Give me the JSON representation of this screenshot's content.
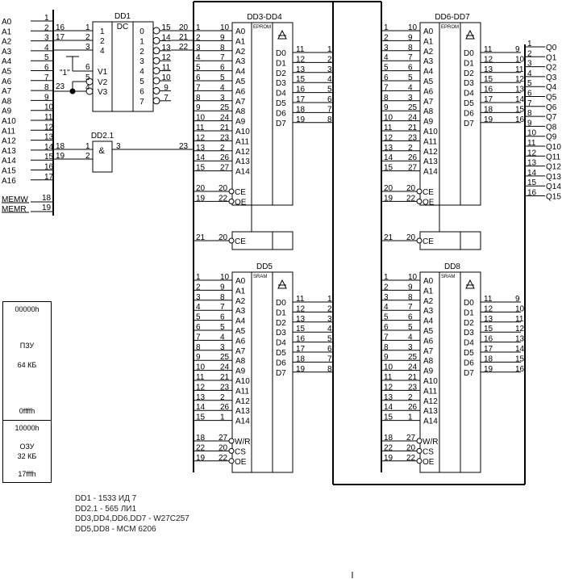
{
  "inputs": [
    "A0",
    "A1",
    "A2",
    "A3",
    "A4",
    "A5",
    "A6",
    "A7",
    "A8",
    "A9",
    "A10",
    "A11",
    "A12",
    "A13",
    "A14",
    "A15",
    "A16"
  ],
  "bus_input_pins": [
    "1",
    "2",
    "3",
    "4",
    "5",
    "6",
    "7",
    "8",
    "9",
    "10",
    "11",
    "12",
    "13",
    "14",
    "15",
    "16",
    "17"
  ],
  "control_inputs": [
    {
      "label": "MEMW",
      "pin": "18"
    },
    {
      "label": "MEMR",
      "pin": "19"
    }
  ],
  "dd1": {
    "name": "DD1",
    "type": "DC",
    "in_wires": [
      "16",
      "17"
    ],
    "in_pins": [
      "1",
      "2",
      "3"
    ],
    "in_labels": [
      "1",
      "2",
      "4"
    ],
    "en_pins": [
      "6",
      "5",
      "4"
    ],
    "en_labels": [
      "V1",
      "V2",
      "V3"
    ],
    "const_label": "\"1\"",
    "a7_wire": "23",
    "out_labels": [
      "0",
      "1",
      "2",
      "3",
      "4",
      "5",
      "6",
      "7"
    ],
    "out_pins": [
      "15",
      "14",
      "13",
      "12",
      "11",
      "10",
      "9",
      "7"
    ],
    "out_wires": [
      "20",
      "21",
      "22"
    ]
  },
  "dd21": {
    "name": "DD2.1",
    "func": "&",
    "in_wires": [
      "18",
      "19"
    ],
    "in_pins": [
      "1",
      "2"
    ],
    "out_pin": "3",
    "out_wire": "23"
  },
  "chips": [
    {
      "name": "DD3-DD4",
      "tag": "EPROM",
      "kind": "eprom",
      "addr_bus": [
        "1",
        "2",
        "3",
        "4",
        "5",
        "6",
        "7",
        "8",
        "9",
        "10",
        "11",
        "12",
        "13",
        "14",
        "15"
      ],
      "addr_pins": [
        "10",
        "9",
        "8",
        "7",
        "6",
        "5",
        "4",
        "3",
        "25",
        "24",
        "21",
        "23",
        "2",
        "26",
        "27"
      ],
      "data_pins": [
        "11",
        "12",
        "13",
        "15",
        "16",
        "17",
        "18",
        "19"
      ],
      "data_bus": [
        "1",
        "2",
        "3",
        "4",
        "5",
        "6",
        "7",
        "8"
      ],
      "ctrl": [
        {
          "bus": "20",
          "pin": "20",
          "label": "CE"
        },
        {
          "bus": "19",
          "pin": "22",
          "label": "OE"
        }
      ],
      "ctrl2": {
        "bus": "21",
        "pin": "20",
        "label": "CE"
      }
    },
    {
      "name": "DD6-DD7",
      "tag": "EPROM",
      "kind": "eprom",
      "addr_bus": [
        "1",
        "2",
        "3",
        "4",
        "5",
        "6",
        "7",
        "8",
        "9",
        "10",
        "11",
        "12",
        "13",
        "14",
        "15"
      ],
      "addr_pins": [
        "10",
        "9",
        "8",
        "7",
        "6",
        "5",
        "4",
        "3",
        "25",
        "24",
        "21",
        "23",
        "2",
        "26",
        "27"
      ],
      "data_pins": [
        "11",
        "12",
        "13",
        "15",
        "16",
        "17",
        "18",
        "19"
      ],
      "data_bus": [
        "9",
        "10",
        "11",
        "12",
        "13",
        "14",
        "15",
        "16"
      ],
      "ctrl": [
        {
          "bus": "20",
          "pin": "20",
          "label": "CE"
        },
        {
          "bus": "19",
          "pin": "22",
          "label": "OE"
        }
      ],
      "ctrl2": {
        "bus": "21",
        "pin": "20",
        "label": "CE"
      }
    },
    {
      "name": "DD5",
      "tag": "SRAM",
      "kind": "sram",
      "addr_bus": [
        "1",
        "2",
        "3",
        "4",
        "5",
        "6",
        "7",
        "8",
        "9",
        "10",
        "11",
        "12",
        "13",
        "14",
        "15"
      ],
      "addr_pins": [
        "10",
        "9",
        "8",
        "7",
        "6",
        "5",
        "4",
        "3",
        "25",
        "24",
        "21",
        "23",
        "2",
        "26",
        "1"
      ],
      "data_pins": [
        "11",
        "12",
        "13",
        "15",
        "16",
        "17",
        "18",
        "19"
      ],
      "data_bus": [
        "1",
        "2",
        "3",
        "4",
        "5",
        "6",
        "7",
        "8"
      ],
      "ctrl": [
        {
          "bus": "18",
          "pin": "27",
          "label": "W/R"
        },
        {
          "bus": "22",
          "pin": "20",
          "label": "CS"
        },
        {
          "bus": "19",
          "pin": "22",
          "label": "OE"
        }
      ]
    },
    {
      "name": "DD8",
      "tag": "SRAM",
      "kind": "sram",
      "addr_bus": [
        "1",
        "2",
        "3",
        "4",
        "5",
        "6",
        "7",
        "8",
        "9",
        "10",
        "11",
        "12",
        "13",
        "14",
        "15"
      ],
      "addr_pins": [
        "10",
        "9",
        "8",
        "7",
        "6",
        "5",
        "4",
        "3",
        "25",
        "24",
        "21",
        "23",
        "2",
        "26",
        "1"
      ],
      "data_pins": [
        "11",
        "12",
        "13",
        "15",
        "16",
        "17",
        "18",
        "19"
      ],
      "data_bus": [
        "9",
        "10",
        "11",
        "12",
        "13",
        "14",
        "15",
        "16"
      ],
      "ctrl": [
        {
          "bus": "18",
          "pin": "27",
          "label": "W/R"
        },
        {
          "bus": "22",
          "pin": "20",
          "label": "CS"
        },
        {
          "bus": "19",
          "pin": "22",
          "label": "OE"
        }
      ]
    }
  ],
  "addr_labels": [
    "A0",
    "A1",
    "A2",
    "A3",
    "A4",
    "A5",
    "A6",
    "A7",
    "A8",
    "A9",
    "A10",
    "A11",
    "A12",
    "A13",
    "A14"
  ],
  "data_labels": [
    "D0",
    "D1",
    "D2",
    "D3",
    "D4",
    "D5",
    "D6",
    "D7"
  ],
  "outputs": {
    "pins": [
      "1",
      "2",
      "3",
      "4",
      "5",
      "6",
      "7",
      "8",
      "9",
      "10",
      "11",
      "12",
      "13",
      "14",
      "15",
      "16"
    ],
    "labels": [
      "Q0",
      "Q1",
      "Q2",
      "Q3",
      "Q4",
      "Q5",
      "Q6",
      "Q7",
      "Q8",
      "Q9",
      "Q10",
      "Q11",
      "Q12",
      "Q13",
      "Q14",
      "Q15"
    ]
  },
  "memory_map": {
    "rom": {
      "start": "00000h",
      "name": "ПЗУ",
      "size": "64 КБ",
      "end": "0ffffh"
    },
    "ram": {
      "start": "10000h",
      "name": "ОЗУ",
      "size": "32 КБ",
      "end": "17fffh"
    }
  },
  "legend": [
    "DD1 - 1533 ИД 7",
    "DD2.1 - 565 ЛИ1",
    "DD3,DD4,DD6,DD7 - W27C257",
    "DD5,DD8 - MCM 6206"
  ]
}
